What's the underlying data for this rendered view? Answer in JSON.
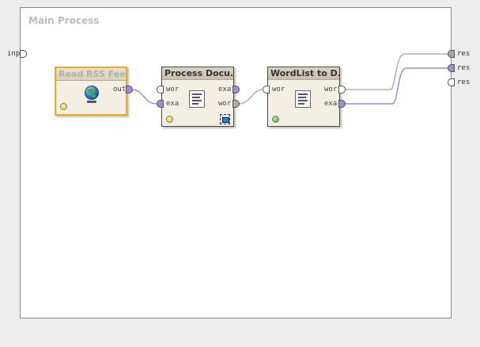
{
  "canvas": {
    "title": "Main Process"
  },
  "process_ports": {
    "input": [
      "inp"
    ],
    "outputs": [
      "res",
      "res",
      "res"
    ]
  },
  "operators": [
    {
      "title": "Read RSS Feed",
      "output_ports": [
        "out"
      ],
      "icon": "globe-icon",
      "status": "yellow"
    },
    {
      "title": "Process Docu...",
      "input_ports": [
        "wor",
        "exa"
      ],
      "output_ports": [
        "exa",
        "wor"
      ],
      "icon": "document-icon",
      "status": "yellow"
    },
    {
      "title": "WordList to D...",
      "input_ports": [
        "wor"
      ],
      "output_ports": [
        "wor",
        "exa"
      ],
      "icon": "document-icon",
      "status": "green"
    }
  ],
  "colors": {
    "port_purple": "#9a8fd4",
    "wire_purple": "#9a8fd4",
    "wire_gray": "#b0b0b0",
    "selected_border": "#f5a623"
  }
}
